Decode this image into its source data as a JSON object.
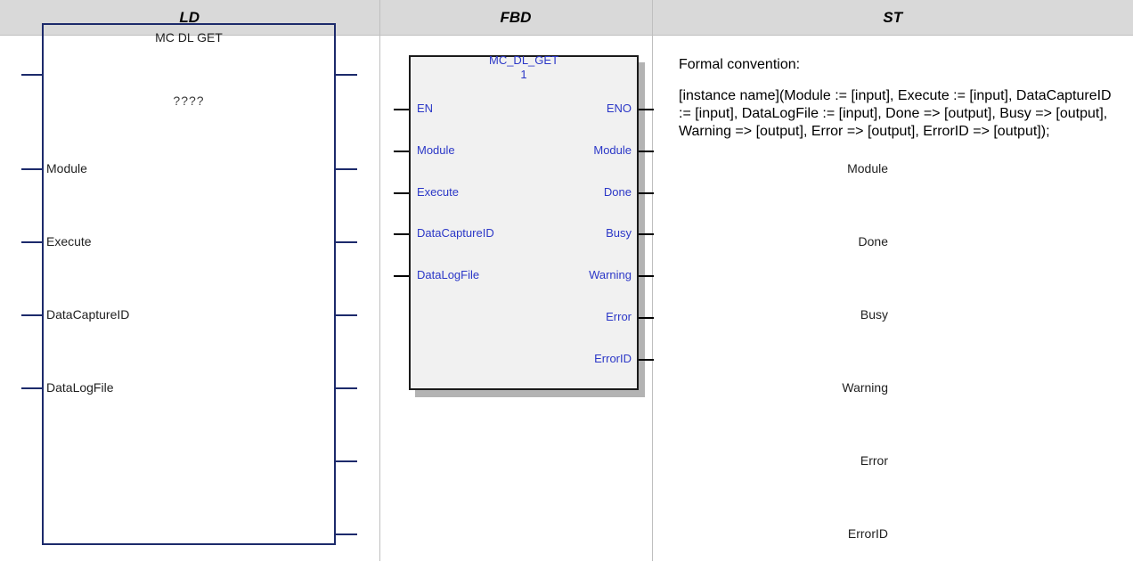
{
  "headers": {
    "ld": "LD",
    "fbd": "FBD",
    "st": "ST"
  },
  "ld": {
    "title": "MC DL GET",
    "instance": "????",
    "inputs": [
      "Module",
      "Execute",
      "DataCaptureID",
      "DataLogFile"
    ],
    "outputs": [
      "Module",
      "Done",
      "Busy",
      "Warning",
      "Error",
      "ErrorID"
    ]
  },
  "fbd": {
    "title": "MC_DL_GET",
    "instance": "1",
    "inputs": [
      "EN",
      "Module",
      "Execute",
      "DataCaptureID",
      "DataLogFile"
    ],
    "outputs": [
      "ENO",
      "Module",
      "Done",
      "Busy",
      "Warning",
      "Error",
      "ErrorID"
    ]
  },
  "st": {
    "heading": "Formal convention:",
    "syntax": "[instance name](Module := [input], Execute := [input], DataCaptureID := [input], DataLogFile := [input], Done => [output], Busy => [output], Warning => [output], Error => [output], ErrorID => [output]);"
  }
}
